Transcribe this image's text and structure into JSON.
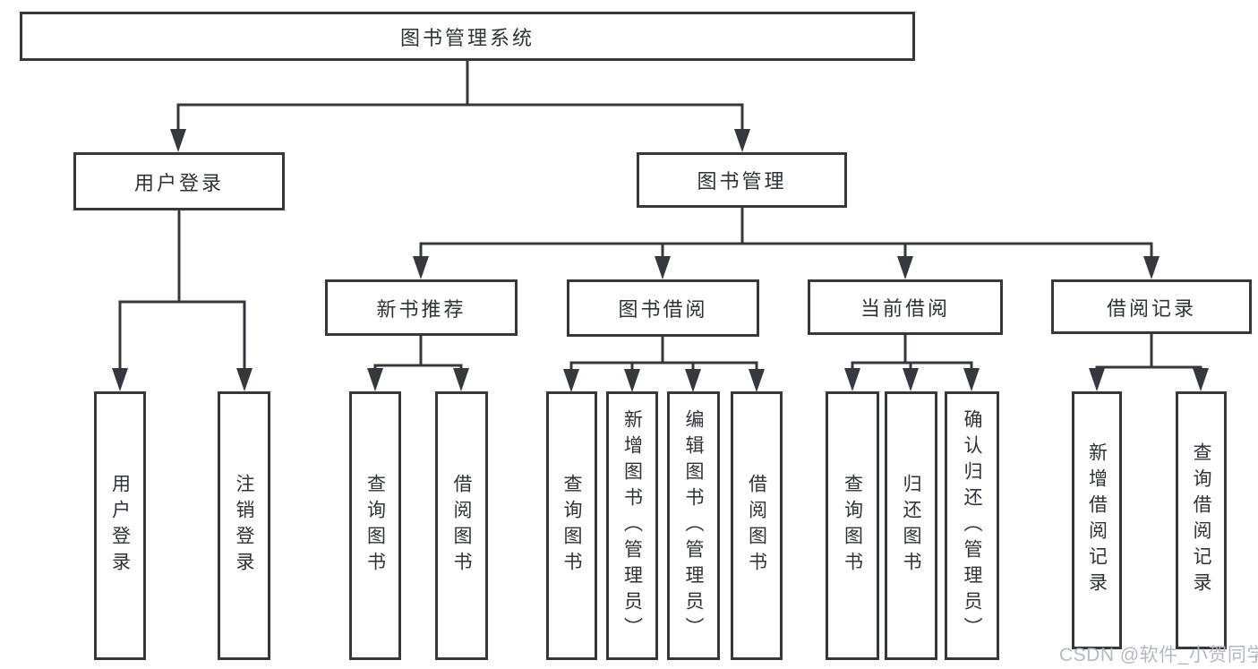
{
  "diagram": {
    "root": "图书管理系统",
    "level2": {
      "user_login": "用户登录",
      "book_management": "图书管理"
    },
    "level3": {
      "new_book": "新书推荐",
      "borrow": "图书借阅",
      "current": "当前借阅",
      "records": "借阅记录"
    },
    "leaves": {
      "user_login": [
        "用户登录",
        "注销登录"
      ],
      "new_book": [
        "查询图书",
        "借阅图书"
      ],
      "borrow": [
        "查询图书",
        "新增图书（管理员）",
        "编辑图书（管理员）",
        "借阅图书"
      ],
      "current": [
        "查询图书",
        "归还图书",
        "确认归还（管理员）"
      ],
      "records": [
        "新增借阅记录",
        "查询借阅记录"
      ]
    }
  },
  "watermark": "CSDN @软件_小贺同学",
  "colors": {
    "line": "#35383d",
    "text": "#2f3237",
    "background": "#ffffff",
    "watermark": "#b3b9c1"
  }
}
